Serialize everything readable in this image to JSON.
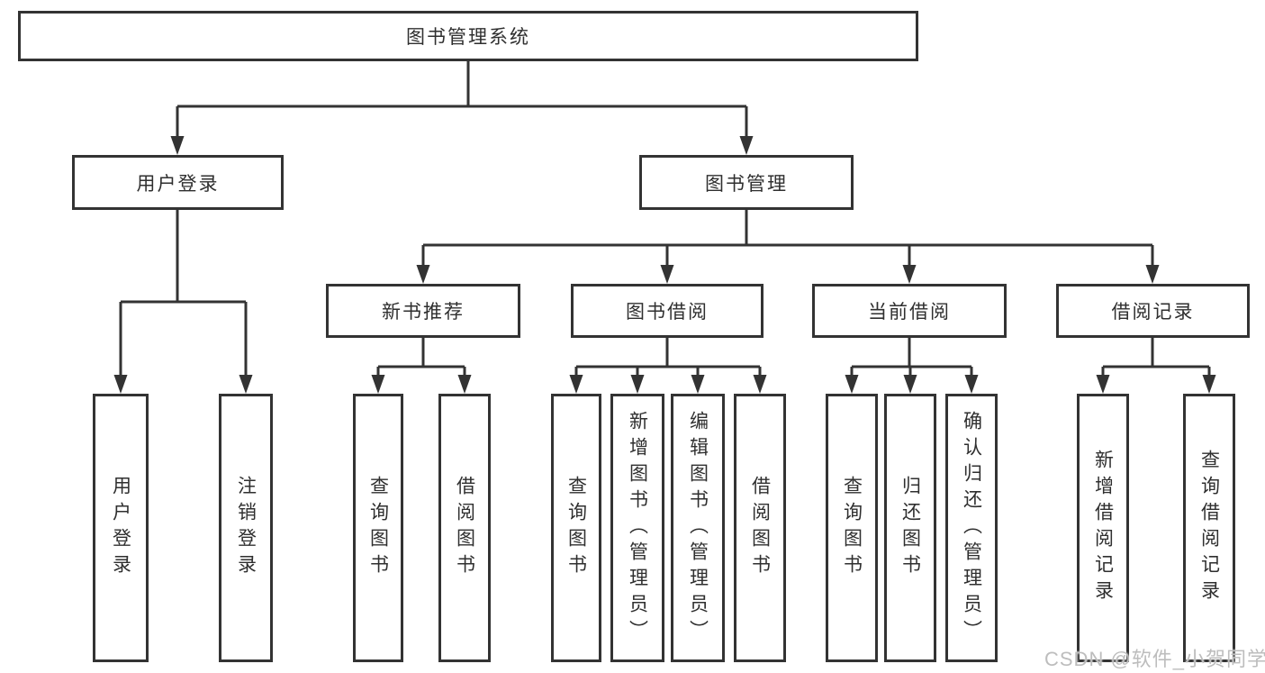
{
  "diagram": {
    "root": {
      "label": "图书管理系统"
    },
    "branches": [
      {
        "label": "用户登录"
      },
      {
        "label": "图书管理"
      }
    ],
    "modules": [
      {
        "label": "新书推荐"
      },
      {
        "label": "图书借阅"
      },
      {
        "label": "当前借阅"
      },
      {
        "label": "借阅记录"
      }
    ],
    "leaf_groups": [
      {
        "parent": "用户登录",
        "items": [
          {
            "label": "用户登录"
          },
          {
            "label": "注销登录"
          }
        ]
      },
      {
        "parent": "新书推荐",
        "items": [
          {
            "label": "查询图书"
          },
          {
            "label": "借阅图书"
          }
        ]
      },
      {
        "parent": "图书借阅",
        "items": [
          {
            "label": "查询图书"
          },
          {
            "label": "新增图书（管理员）"
          },
          {
            "label": "编辑图书（管理员）"
          },
          {
            "label": "借阅图书"
          }
        ]
      },
      {
        "parent": "当前借阅",
        "items": [
          {
            "label": "查询图书"
          },
          {
            "label": "归还图书"
          },
          {
            "label": "确认归还（管理员）"
          }
        ]
      },
      {
        "parent": "借阅记录",
        "items": [
          {
            "label": "新增借阅记录"
          },
          {
            "label": "查询借阅记录"
          }
        ]
      }
    ]
  },
  "watermark": {
    "text": "CSDN @软件_小贺同学"
  },
  "colors": {
    "line": "#333333",
    "text": "#2f2f2f",
    "background": "#ffffff",
    "watermark": "#bdbdbd"
  }
}
